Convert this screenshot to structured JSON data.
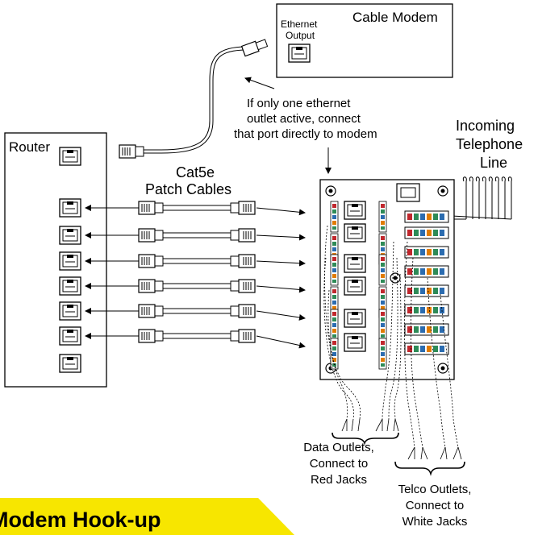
{
  "labels": {
    "cable_modem": "Cable Modem",
    "ethernet_output_1": "Ethernet",
    "ethernet_output_2": "Output",
    "note_1": "If only one ethernet",
    "note_2": "outlet active, connect",
    "note_3": "that port directly to modem",
    "incoming_1": "Incoming",
    "incoming_2": "Telephone",
    "incoming_3": "Line",
    "router": "Router",
    "cat5e_1": "Cat5e",
    "cat5e_2": "Patch Cables",
    "data_1": "Data Outlets,",
    "data_2": "Connect to",
    "data_3": "Red Jacks",
    "telco_1": "Telco Outlets,",
    "telco_2": "Connect to",
    "telco_3": "White Jacks",
    "banner": "Modem Hook-up"
  },
  "colors": {
    "banner": "#f7e600",
    "line": "#000000",
    "jack_red": "#c0272d",
    "jack_green": "#2e8b57",
    "jack_blue": "#2b6cb0",
    "jack_orange": "#e07b00"
  }
}
